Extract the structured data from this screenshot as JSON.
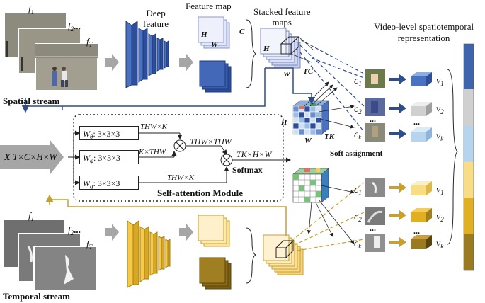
{
  "spatial": {
    "frame_labels": [
      "f",
      "f",
      "f"
    ],
    "frame_subs": [
      "1",
      "2",
      "T"
    ],
    "dots": "...",
    "stream_label": "Spatial stream",
    "deep_feature": "Deep\nfeature",
    "feature_map": "Feature map",
    "map_H": "H",
    "map_W": "W",
    "map_C": "C",
    "stacked_title": "Stacked feature\nmaps",
    "stack_H": "H",
    "stack_W": "W",
    "stack_TC": "TC"
  },
  "temporal": {
    "frame_labels": [
      "f",
      "f",
      "f"
    ],
    "frame_subs": [
      "1",
      "2",
      "T"
    ],
    "dots": "...",
    "stream_label": "Temporal stream"
  },
  "input": {
    "x": "X",
    "dims": "T×C×H×W"
  },
  "attention": {
    "rows": [
      {
        "w": "W",
        "sub": "θ",
        "k": "3×3×3",
        "out": "THW×K"
      },
      {
        "w": "W",
        "sub": "φ",
        "k": "3×3×3",
        "out": "K×THW"
      },
      {
        "w": "W",
        "sub": "g",
        "k": "3×3×3",
        "out": "THW×K"
      }
    ],
    "thw_thw": "THW×THW",
    "tk_hw": "TK×H×W",
    "softmax": "Softmax",
    "title": "Self-attention Module",
    "op": "⊗"
  },
  "cube": {
    "H": "H",
    "W": "W",
    "TK": "TK"
  },
  "soft_assignment": "Soft  assignment",
  "clusters": {
    "spatial": [
      {
        "c": "c",
        "sub": "1",
        "v": "v",
        "vsub": "1"
      },
      {
        "c": "c",
        "sub": "2",
        "v": "v",
        "vsub": "2"
      },
      {
        "c": "c",
        "sub": "k",
        "v": "v",
        "vsub": "k"
      }
    ],
    "temporal": [
      {
        "c": "c",
        "sub": "1",
        "v": "v",
        "vsub": "1"
      },
      {
        "c": "c",
        "sub": "2",
        "v": "v",
        "vsub": "2"
      },
      {
        "c": "c",
        "sub": "k",
        "v": "v",
        "vsub": "k"
      }
    ],
    "dots": "...",
    "bar_colors_spatial": [
      "#3e64ad",
      "#d0d0d0",
      "#b7d4ee"
    ],
    "bar_colors_temporal": [
      "#f8dd85",
      "#e0b020",
      "#9a7b1f"
    ]
  },
  "representation_title": "Video-level spatiotemporal\nrepresentation",
  "colors": {
    "blue_dark": "#2e4d9a",
    "blue_mid": "#4a72c2",
    "yellow": "#f6c94a",
    "yellow_dark": "#8a6a18",
    "arrow_grey": "#a6a6a6",
    "spatial_line": "#2e4d8a",
    "temporal_line": "#c9a02a"
  }
}
